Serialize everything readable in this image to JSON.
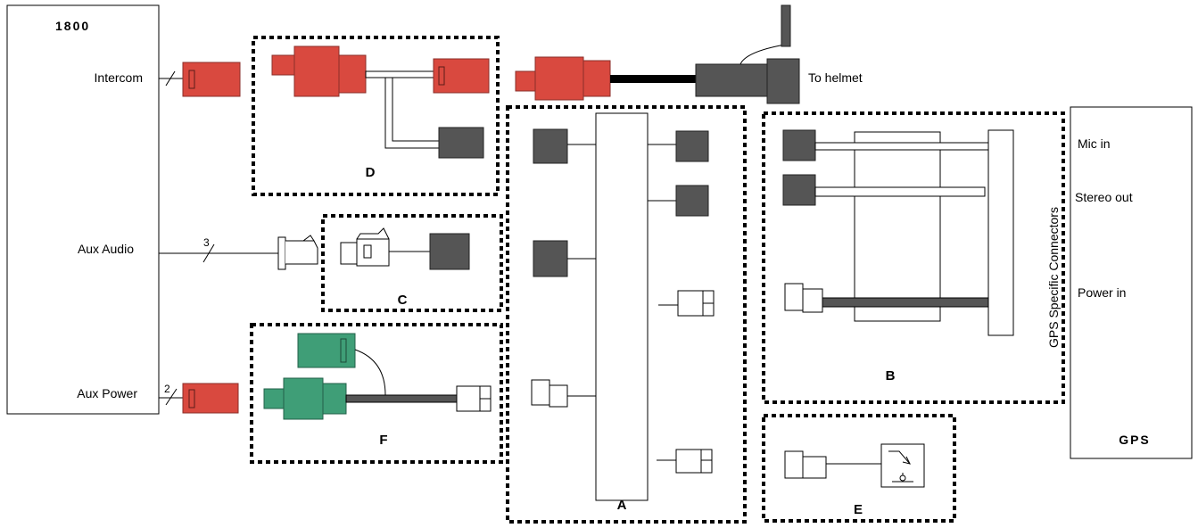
{
  "colors": {
    "red_connector": "#d9493f",
    "green_connector": "#3f9e77",
    "dark_connector": "#555555",
    "dashed_border": "#000000"
  },
  "units": {
    "left_unit": {
      "title": "1800"
    },
    "right_unit": {
      "title": "GPS"
    }
  },
  "ports": {
    "intercom": "Intercom",
    "aux_audio": "Aux Audio",
    "aux_power": "Aux Power"
  },
  "wire_counts": {
    "aux_audio": "3",
    "aux_power": "2"
  },
  "helmet_label": "To helmet",
  "gps_inputs": {
    "mic_in": "Mic in",
    "stereo_out": "Stereo out",
    "power_in": "Power  in"
  },
  "gps_connectors_label": "GPS Specific Connectors",
  "kits": {
    "a": "A",
    "b": "B",
    "c": "C",
    "d": "D",
    "e": "E",
    "f": "F"
  }
}
